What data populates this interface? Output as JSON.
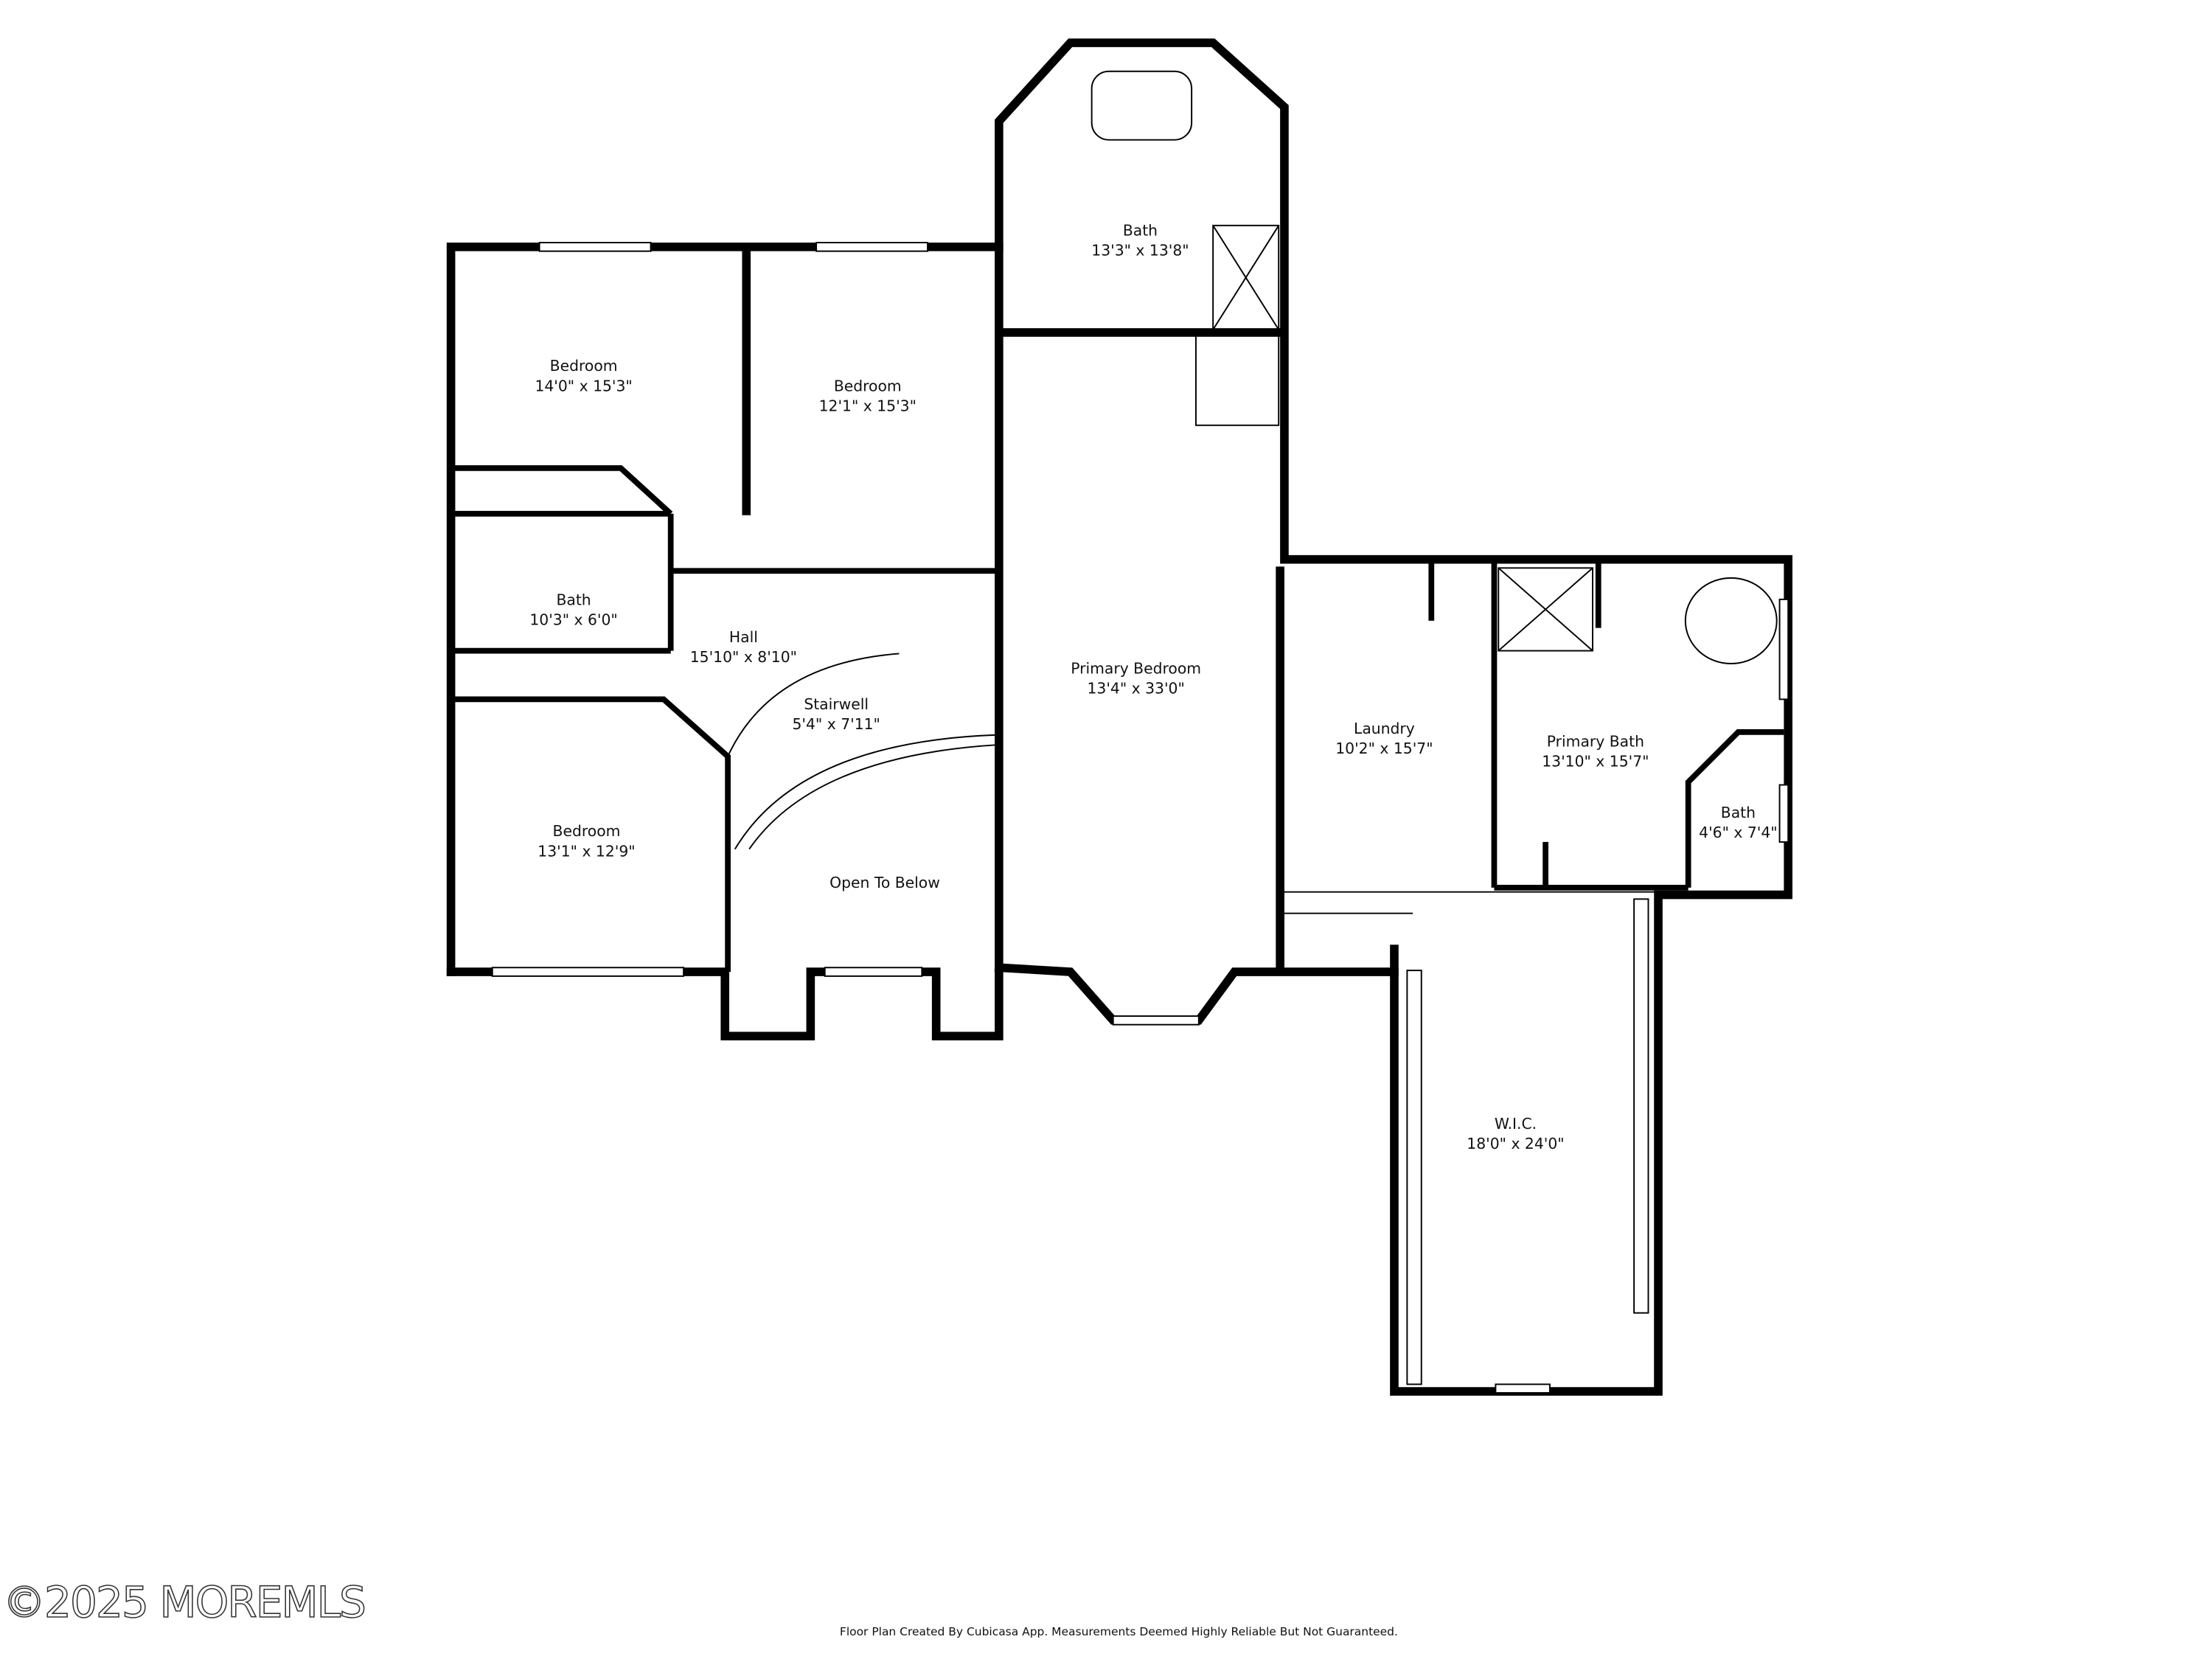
{
  "rooms": [
    {
      "name": "Bath",
      "size": "13'3\" x 13'8\""
    },
    {
      "name": "Bedroom",
      "size": "14'0\" x 15'3\""
    },
    {
      "name": "Bedroom",
      "size": "12'1\" x 15'3\""
    },
    {
      "name": "Bath",
      "size": "10'3\" x 6'0\""
    },
    {
      "name": "Hall",
      "size": "15'10\" x 8'10\""
    },
    {
      "name": "Stairwell",
      "size": "5'4\" x 7'11\""
    },
    {
      "name": "Primary Bedroom",
      "size": "13'4\" x 33'0\""
    },
    {
      "name": "Laundry",
      "size": "10'2\" x 15'7\""
    },
    {
      "name": "Primary Bath",
      "size": "13'10\" x 15'7\""
    },
    {
      "name": "Bath",
      "size": "4'6\" x 7'4\""
    },
    {
      "name": "Bedroom",
      "size": "13'1\" x 12'9\""
    },
    {
      "name": "Open To Below",
      "size": ""
    },
    {
      "name": "W.I.C.",
      "size": "18'0\" x 24'0\""
    }
  ],
  "watermark": "©2025 MOREMLS",
  "footer": "Floor Plan Created By Cubicasa App. Measurements Deemed Highly Reliable But Not Guaranteed."
}
